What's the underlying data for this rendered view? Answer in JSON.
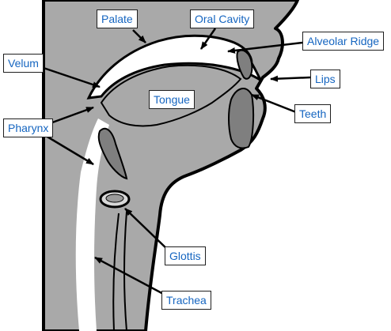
{
  "labels": {
    "palate": "Palate",
    "oral_cavity": "Oral Cavity",
    "alveolar_ridge": "Alveolar Ridge",
    "velum": "Velum",
    "lips": "Lips",
    "tongue": "Tongue",
    "teeth": "Teeth",
    "pharynx": "Pharynx",
    "glottis": "Glottis",
    "trachea": "Trachea"
  },
  "colors": {
    "tissue": "#a9a9a9",
    "outline": "#000000",
    "label_text": "#1565c0",
    "background": "#ffffff"
  }
}
